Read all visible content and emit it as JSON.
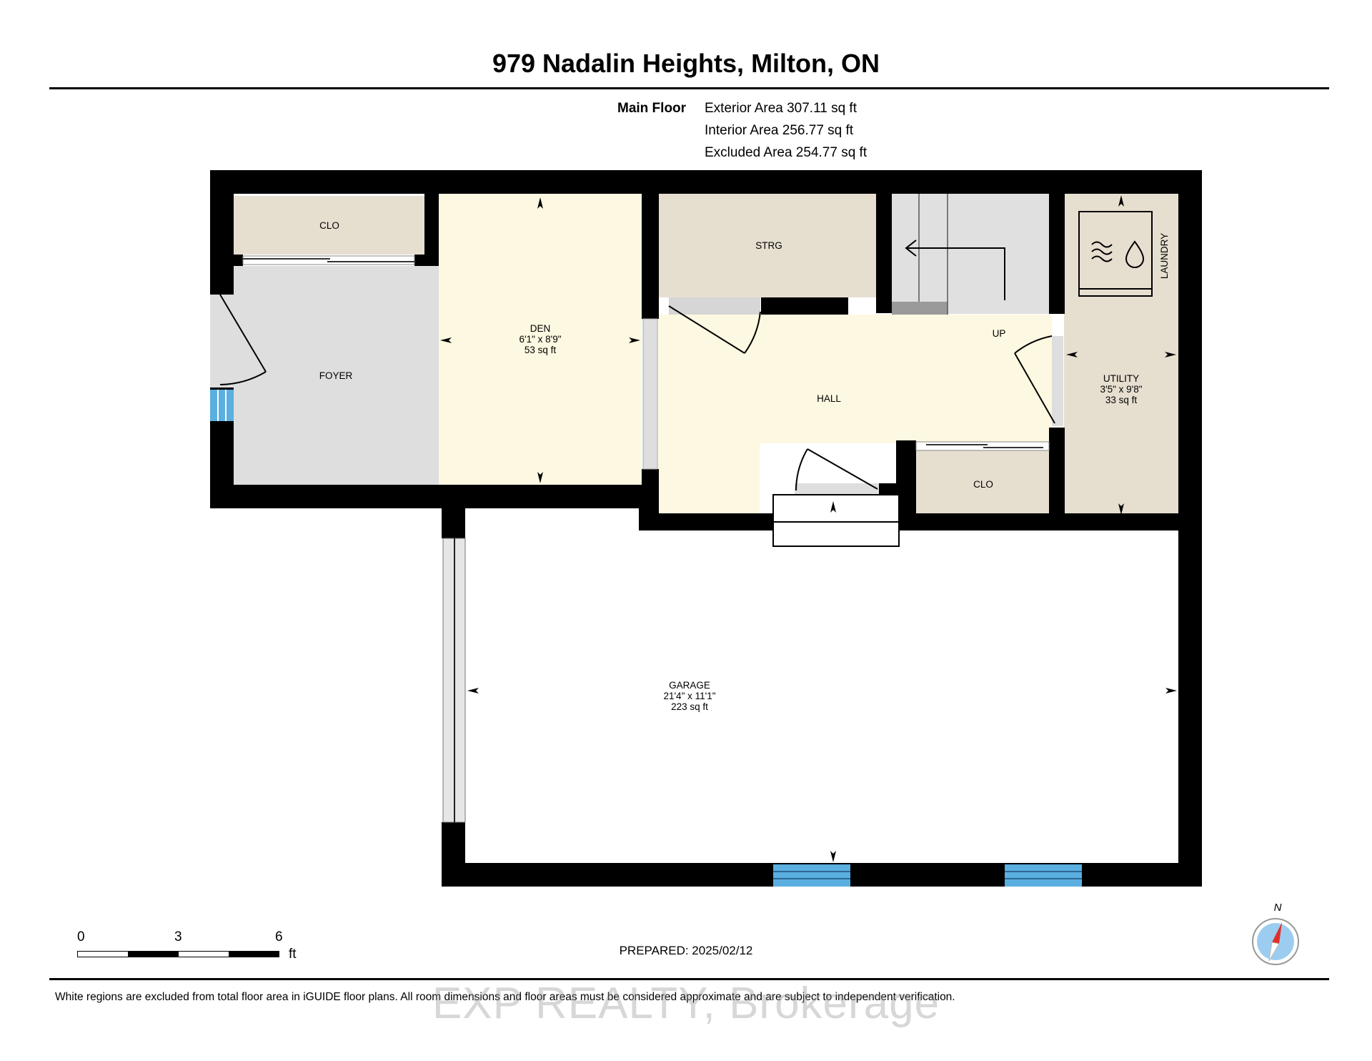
{
  "header": {
    "title": "979 Nadalin Heights, Milton, ON"
  },
  "areas": {
    "floor_label": "Main Floor",
    "exterior": "Exterior Area 307.11 sq ft",
    "interior": "Interior Area 256.77 sq ft",
    "excluded": "Excluded Area 254.77 sq ft"
  },
  "rooms": {
    "clo1": "CLO",
    "den": {
      "name": "DEN",
      "dims": "6'1\" x 8'9\"",
      "area": "53 sq ft"
    },
    "strg": "STRG",
    "laundry": "LAUNDRY",
    "foyer": "FOYER",
    "up": "UP",
    "hall": "HALL",
    "utility": {
      "name": "UTILITY",
      "dims": "3'5\" x 9'8\"",
      "area": "33 sq ft"
    },
    "clo2": "CLO",
    "garage": {
      "name": "GARAGE",
      "dims": "21'4\" x 11'1\"",
      "area": "223 sq ft"
    }
  },
  "scale": {
    "t0": "0",
    "t3": "3",
    "t6": "6",
    "unit": "ft"
  },
  "compass": {
    "north": "N"
  },
  "prepared": "PREPARED: 2025/02/12",
  "disclaimer": "White regions are excluded from total floor area in iGUIDE floor plans. All room dimensions and floor areas must be considered approximate and are subject to independent verification.",
  "watermark": "EXP REALTY, Brokerage",
  "colors": {
    "wall": "#000000",
    "foyer_fill": "#dedede",
    "den_fill": "#fdf8e1",
    "closet_fill": "#e6dfd0",
    "window": "#5aafe0"
  }
}
